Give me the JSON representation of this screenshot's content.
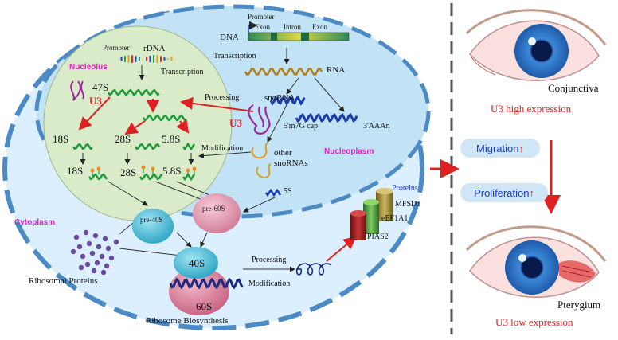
{
  "labels": {
    "nucleolus": "Nucleolus",
    "nucleoplasm": "Nucleoplasm",
    "cytoplasm": "Cytoplasm",
    "promoter_dna": "Promoter",
    "dna": "DNA",
    "exon1": "Exon",
    "intron": "Intron",
    "exon2": "Exon",
    "transcription_dna": "Transcription",
    "rna": "RNA",
    "promoter_rdna": "Promoter",
    "rdna": "rDNA",
    "transcription_rdna": "Transcription",
    "r47s": "47S",
    "u3_left": "U3",
    "processing_top": "Processing",
    "snorna": "snoRNA",
    "u3_mid": "U3",
    "cap": "5'm7G cap",
    "polya": "3'AAAn",
    "r18s_a": "18S",
    "r28s_a": "28S",
    "r58s_a": "5.8S",
    "modification_top": "Modification",
    "other_snornas": "other\nsnoRNAs",
    "r18s_b": "18S",
    "r28s_b": "28S",
    "r58s_b": "5.8S",
    "r5s": "5S",
    "pre40s": "pre-40S",
    "pre60s": "pre-60S",
    "ribosomal_proteins": "Ribosomal Proteins",
    "s40": "40S",
    "s60": "60S",
    "ribosome_biosynthesis": "Ribosome Biosynthesis",
    "processing_bottom": "Processing",
    "modification_bottom": "Modification",
    "proteins": "Proteins",
    "mfsd1": "MFSD1",
    "eef1a1": "eEF1A1",
    "pias2": "PIAS2"
  },
  "right_panel": {
    "conjunctiva": "Conjunctiva",
    "u3_high": "U3 high  expression",
    "migration": "Migration",
    "proliferation": "Proliferation",
    "pterygium": "Pterygium",
    "u3_low": "U3 low  expression",
    "up_arrow": "↑"
  },
  "colors": {
    "cell_border": "#4b8ac4",
    "cytoplasm": "#dcefff",
    "nucleus": "#c2e2f5",
    "nucleolus": "#d9ebc9",
    "rna_green": "#1f9a3a",
    "rna_brown": "#b5801c",
    "rna_blue": "#1a3cb0",
    "u3_purple": "#9a2a9a",
    "arrow_red": "#e02020",
    "accent_magenta": "#e020c8"
  }
}
